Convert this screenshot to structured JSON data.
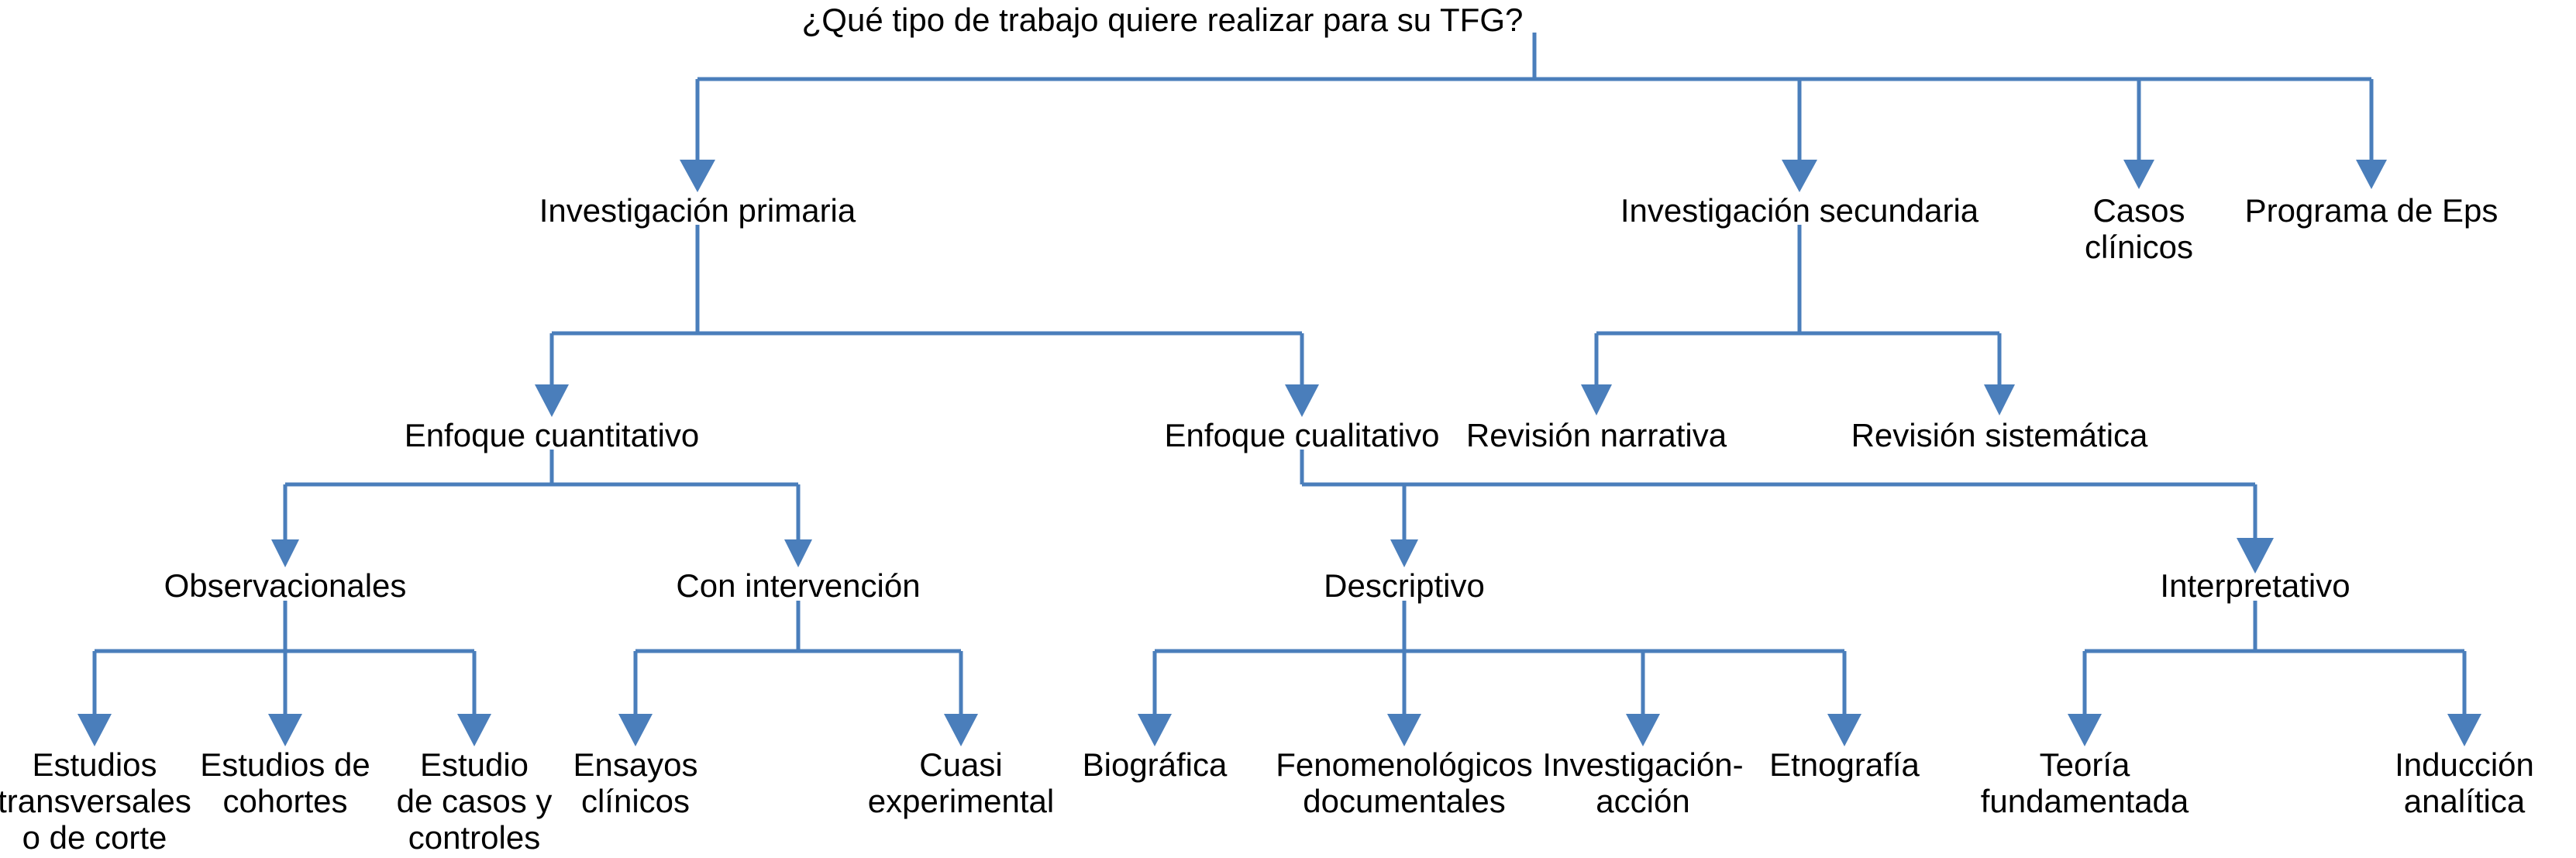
{
  "diagram": {
    "kind": "flowchart",
    "title": "¿Qué tipo de trabajo quiere realizar para su TFG?",
    "language": "es",
    "palette": {
      "background": "#ffffff",
      "connector": "#4a7ebb",
      "arrowhead": "#4a7ebb",
      "text": "#000000"
    },
    "nodes": {
      "root": {
        "label": "¿Qué tipo de trabajo quiere realizar para su TFG?"
      },
      "investigacion_primaria": {
        "label": "Investigación primaria"
      },
      "investigacion_secundaria": {
        "label": "Investigación secundaria"
      },
      "casos_clinicos": {
        "label": "Casos\nclínicos"
      },
      "programa_eps": {
        "label": "Programa de Eps"
      },
      "enfoque_cuantitativo": {
        "label": "Enfoque cuantitativo"
      },
      "enfoque_cualitativo": {
        "label": "Enfoque cualitativo"
      },
      "revision_narrativa": {
        "label": "Revisión narrativa"
      },
      "revision_sistematica": {
        "label": "Revisión sistemática"
      },
      "observacionales": {
        "label": "Observacionales"
      },
      "con_intervencion": {
        "label": "Con intervención"
      },
      "descriptivo": {
        "label": "Descriptivo"
      },
      "interpretativo": {
        "label": "Interpretativo"
      },
      "estudios_transversales": {
        "label": "Estudios\ntransversales\no de corte"
      },
      "estudios_cohortes": {
        "label": "Estudios de\ncohortes"
      },
      "estudio_casos_controles": {
        "label": "Estudio\nde casos y\ncontroles"
      },
      "ensayos_clinicos": {
        "label": "Ensayos\nclínicos"
      },
      "cuasi_experimental": {
        "label": "Cuasi\nexperimental"
      },
      "biografica": {
        "label": "Biográfica"
      },
      "fenomenologicos": {
        "label": "Fenomenológicos\ndocumentales"
      },
      "investigacion_accion": {
        "label": "Investigación-\nacción"
      },
      "etnografia": {
        "label": "Etnografía"
      },
      "teoria_fundamentada": {
        "label": "Teoría\nfundamentada"
      },
      "induccion_analitica": {
        "label": "Inducción\nanalítica"
      }
    },
    "levels": [
      {
        "name": "pregunta",
        "nodes": [
          "root"
        ]
      },
      {
        "name": "tipo-de-trabajo",
        "nodes": [
          "investigacion_primaria",
          "investigacion_secundaria",
          "casos_clinicos",
          "programa_eps"
        ]
      },
      {
        "name": "enfoque",
        "nodes": [
          "enfoque_cuantitativo",
          "enfoque_cualitativo",
          "revision_narrativa",
          "revision_sistematica"
        ]
      },
      {
        "name": "diseno",
        "nodes": [
          "observacionales",
          "con_intervencion",
          "descriptivo",
          "interpretativo"
        ]
      },
      {
        "name": "metodo",
        "nodes": [
          "estudios_transversales",
          "estudios_cohortes",
          "estudio_casos_controles",
          "ensayos_clinicos",
          "cuasi_experimental",
          "biografica",
          "fenomenologicos",
          "investigacion_accion",
          "etnografia",
          "teoria_fundamentada",
          "induccion_analitica"
        ]
      }
    ],
    "edges": [
      {
        "from": "root",
        "to": "investigacion_primaria"
      },
      {
        "from": "root",
        "to": "investigacion_secundaria"
      },
      {
        "from": "root",
        "to": "casos_clinicos"
      },
      {
        "from": "root",
        "to": "programa_eps"
      },
      {
        "from": "investigacion_primaria",
        "to": "enfoque_cuantitativo"
      },
      {
        "from": "investigacion_primaria",
        "to": "enfoque_cualitativo"
      },
      {
        "from": "investigacion_secundaria",
        "to": "revision_narrativa"
      },
      {
        "from": "investigacion_secundaria",
        "to": "revision_sistematica"
      },
      {
        "from": "enfoque_cuantitativo",
        "to": "observacionales"
      },
      {
        "from": "enfoque_cuantitativo",
        "to": "con_intervencion"
      },
      {
        "from": "enfoque_cualitativo",
        "to": "descriptivo"
      },
      {
        "from": "enfoque_cualitativo",
        "to": "interpretativo"
      },
      {
        "from": "observacionales",
        "to": "estudios_transversales"
      },
      {
        "from": "observacionales",
        "to": "estudios_cohortes"
      },
      {
        "from": "observacionales",
        "to": "estudio_casos_controles"
      },
      {
        "from": "con_intervencion",
        "to": "ensayos_clinicos"
      },
      {
        "from": "con_intervencion",
        "to": "cuasi_experimental"
      },
      {
        "from": "descriptivo",
        "to": "biografica"
      },
      {
        "from": "descriptivo",
        "to": "fenomenologicos"
      },
      {
        "from": "descriptivo",
        "to": "investigacion_accion"
      },
      {
        "from": "descriptivo",
        "to": "etnografia"
      },
      {
        "from": "interpretativo",
        "to": "teoria_fundamentada"
      },
      {
        "from": "interpretativo",
        "to": "induccion_analitica"
      }
    ]
  }
}
